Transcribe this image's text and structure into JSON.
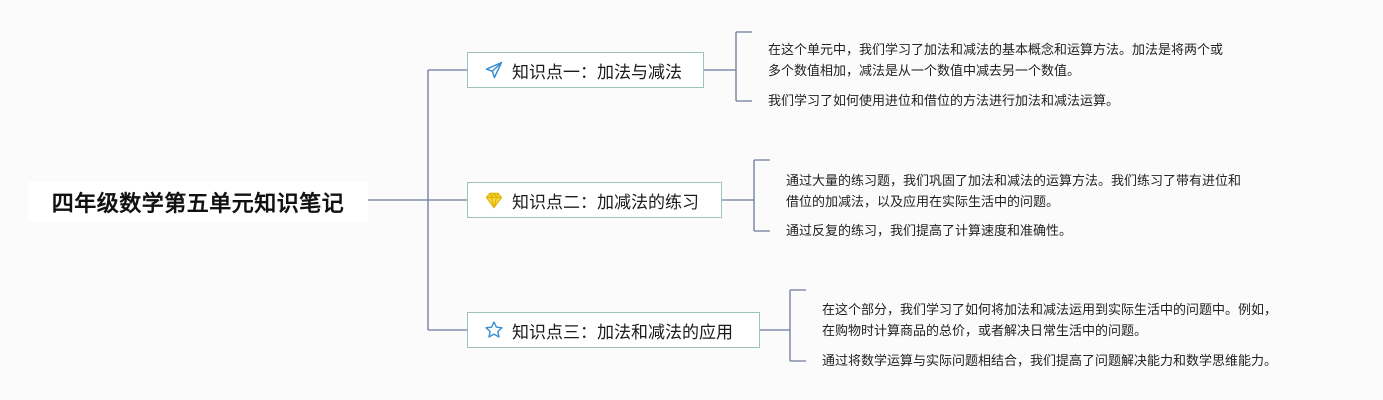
{
  "root": {
    "title": "四年级数学第五单元知识笔记"
  },
  "topics": [
    {
      "label": "知识点一：加法与减法",
      "icon": "paper-plane-icon",
      "notes": [
        [
          "在这个单元中，我们学习了加法和减法的基本概念和运算方法。加法是将两个或",
          "多个数值相加，减法是从一个数值中减去另一个数值。"
        ],
        [
          "我们学习了如何使用进位和借位的方法进行加法和减法运算。"
        ]
      ]
    },
    {
      "label": "知识点二：加减法的练习",
      "icon": "diamond-icon",
      "notes": [
        [
          "通过大量的练习题，我们巩固了加法和减法的运算方法。我们练习了带有进位和",
          "借位的加减法，以及应用在实际生活中的问题。"
        ],
        [
          "通过反复的练习，我们提高了计算速度和准确性。"
        ]
      ]
    },
    {
      "label": "知识点三：加法和减法的应用",
      "icon": "star-icon",
      "notes": [
        [
          "在这个部分，我们学习了如何将加法和减法运用到实际生活中的问题中。例如，",
          "在购物时计算商品的总价，或者解决日常生活中的问题。"
        ],
        [
          "通过将数学运算与实际问题相结合，我们提高了问题解决能力和数学思维能力。"
        ]
      ]
    }
  ],
  "colors": {
    "line": "#6b7a99",
    "box_border": "#9ec2bd",
    "plane": "#3a8fd4",
    "diamond": "#f2c811",
    "star": "#3a8fd4"
  }
}
